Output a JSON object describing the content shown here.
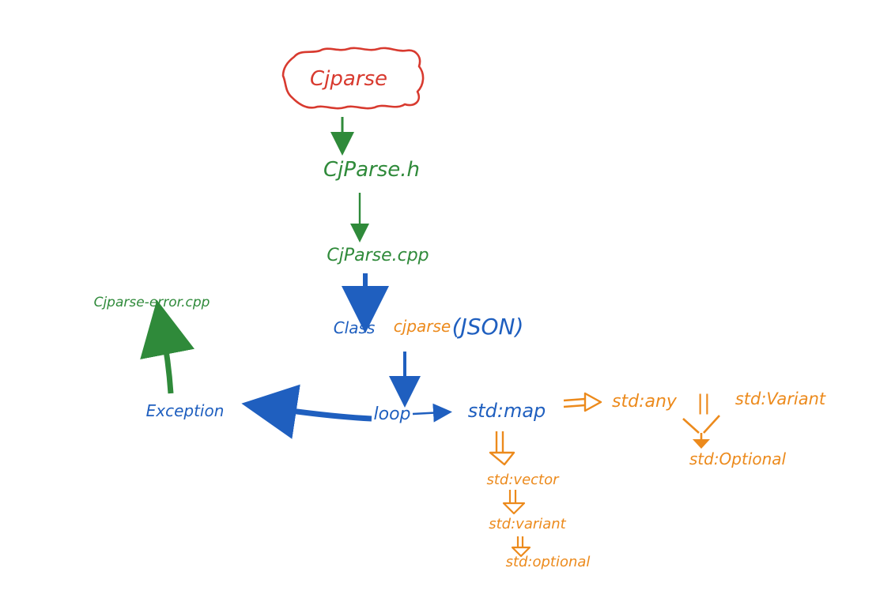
{
  "colors": {
    "background": "#ffffff",
    "red": "#d83a2f",
    "green": "#2f8a3a",
    "blue": "#1f5fbf",
    "orange": "#ec8a1c"
  },
  "nodes": {
    "cjparse_root": "Cjparse",
    "cjparse_h": "CjParse.h",
    "cjparse_cpp": "CjParse.cpp",
    "cjparse_error_cpp": "Cjparse-error.cpp",
    "class_keyword": "Class",
    "class_name": "cjparse",
    "class_param": "(JSON)",
    "exception": "Exception",
    "loop": "loop",
    "std_map": "std:map",
    "std_any": "std:any",
    "or_symbol": "||",
    "std_variant_right": "std:Variant",
    "std_optional_right": "std:Optional",
    "std_vector": "std:vector",
    "std_variant_bottom": "std:variant",
    "std_optional_bottom": "std:optional"
  }
}
